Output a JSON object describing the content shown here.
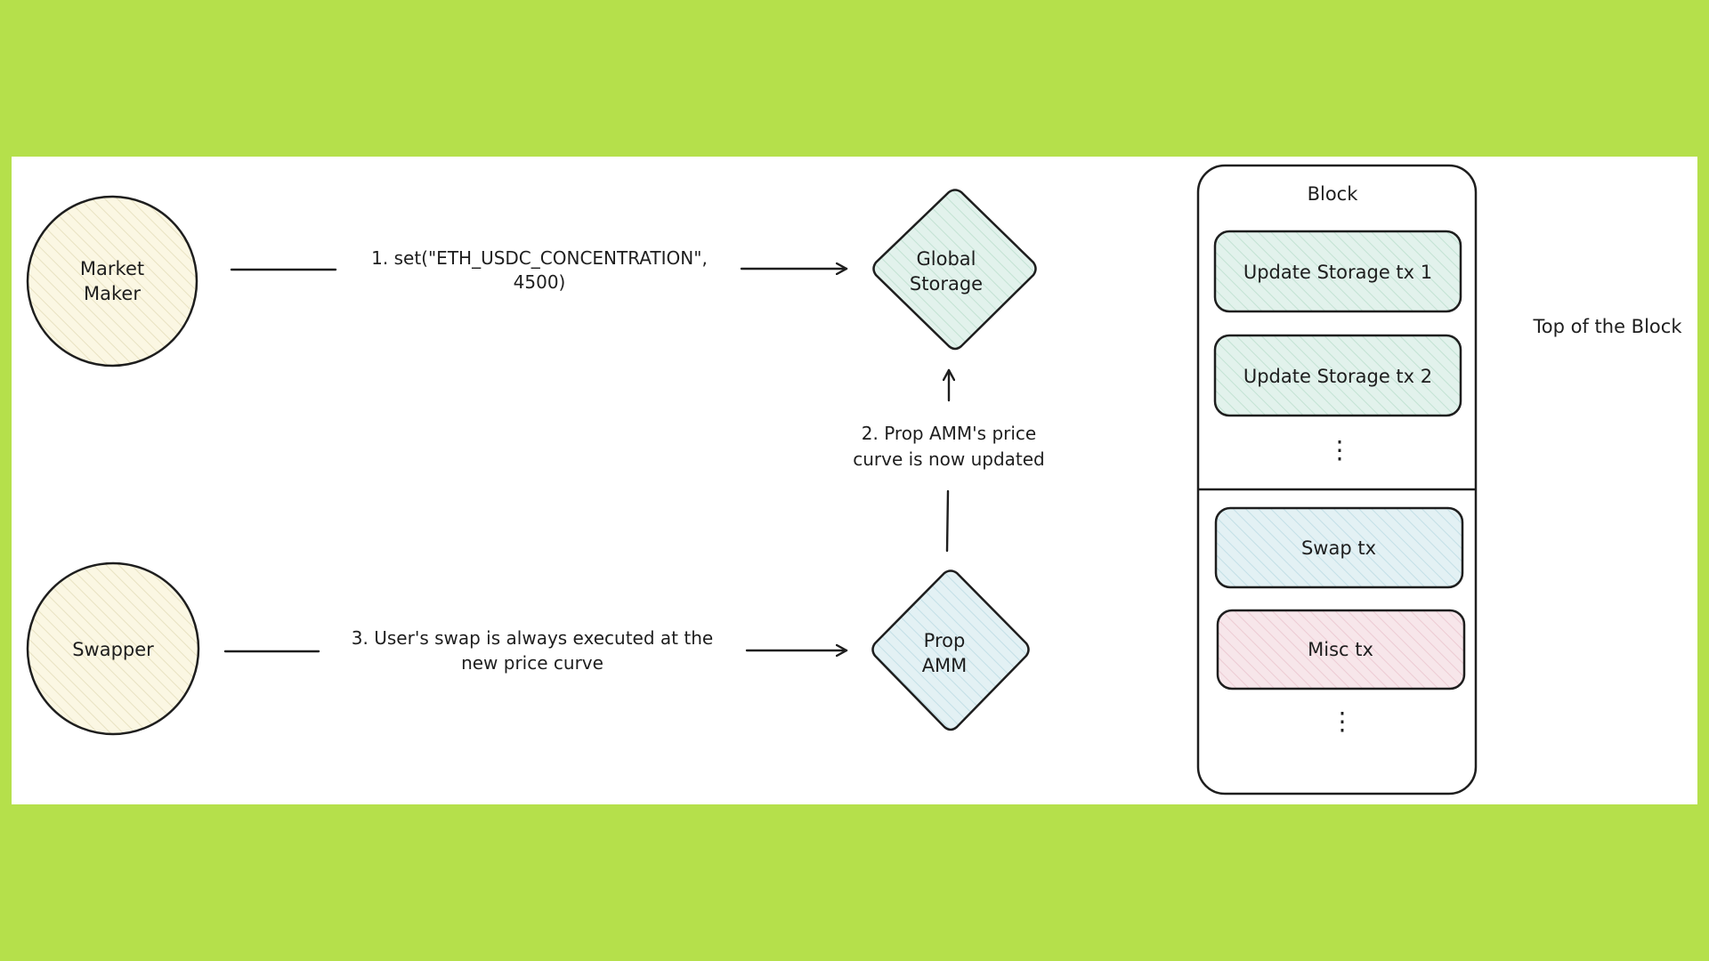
{
  "colors": {
    "background_green": "#b5e04b",
    "panel_white": "#ffffff",
    "ink": "#1e1e1e",
    "node_yellow": "#fbf7e3",
    "node_green": "#e2f2ec",
    "node_blue": "#e3f1f4",
    "node_pink": "#f7e6ea"
  },
  "nodes": {
    "market_maker": {
      "line1": "Market",
      "line2": "Maker"
    },
    "swapper": {
      "label": "Swapper"
    },
    "global_storage": {
      "line1": "Global",
      "line2": "Storage"
    },
    "prop_amm": {
      "line1": "Prop",
      "line2": "AMM"
    }
  },
  "edges": {
    "step1": {
      "line1": "1. set(\"ETH_USDC_CONCENTRATION\",",
      "line2": "4500)"
    },
    "step2": {
      "line1": "2. Prop AMM's price",
      "line2": "curve is now updated"
    },
    "step3": {
      "line1": "3. User's swap is always executed at the",
      "line2": "new price curve"
    }
  },
  "block": {
    "title": "Block",
    "top_items": [
      "Update Storage tx 1",
      "Update Storage tx 2"
    ],
    "bottom_items": [
      "Swap tx",
      "Misc tx"
    ],
    "ellipsis": "⋮",
    "top_section_label": "Top of the Block"
  }
}
